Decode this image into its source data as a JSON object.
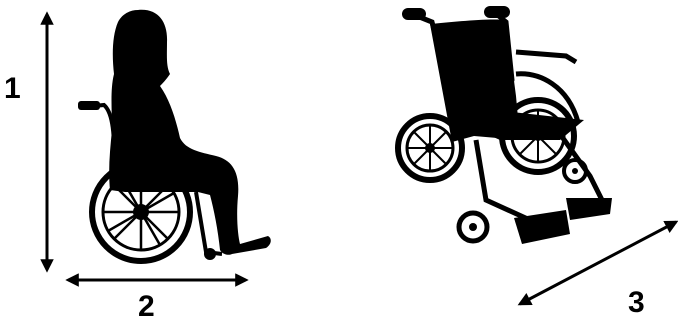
{
  "figure": {
    "colors": {
      "silhouette": "#000000",
      "background": "#ffffff"
    },
    "figures": [
      {
        "name": "person-in-wheelchair",
        "icon": "person-in-wheelchair-silhouette-icon"
      },
      {
        "name": "empty-wheelchair",
        "icon": "wheelchair-silhouette-icon"
      }
    ],
    "dimensions": [
      {
        "label": "1",
        "direction": "vertical"
      },
      {
        "label": "2",
        "direction": "horizontal"
      },
      {
        "label": "3",
        "direction": "diagonal"
      }
    ]
  }
}
